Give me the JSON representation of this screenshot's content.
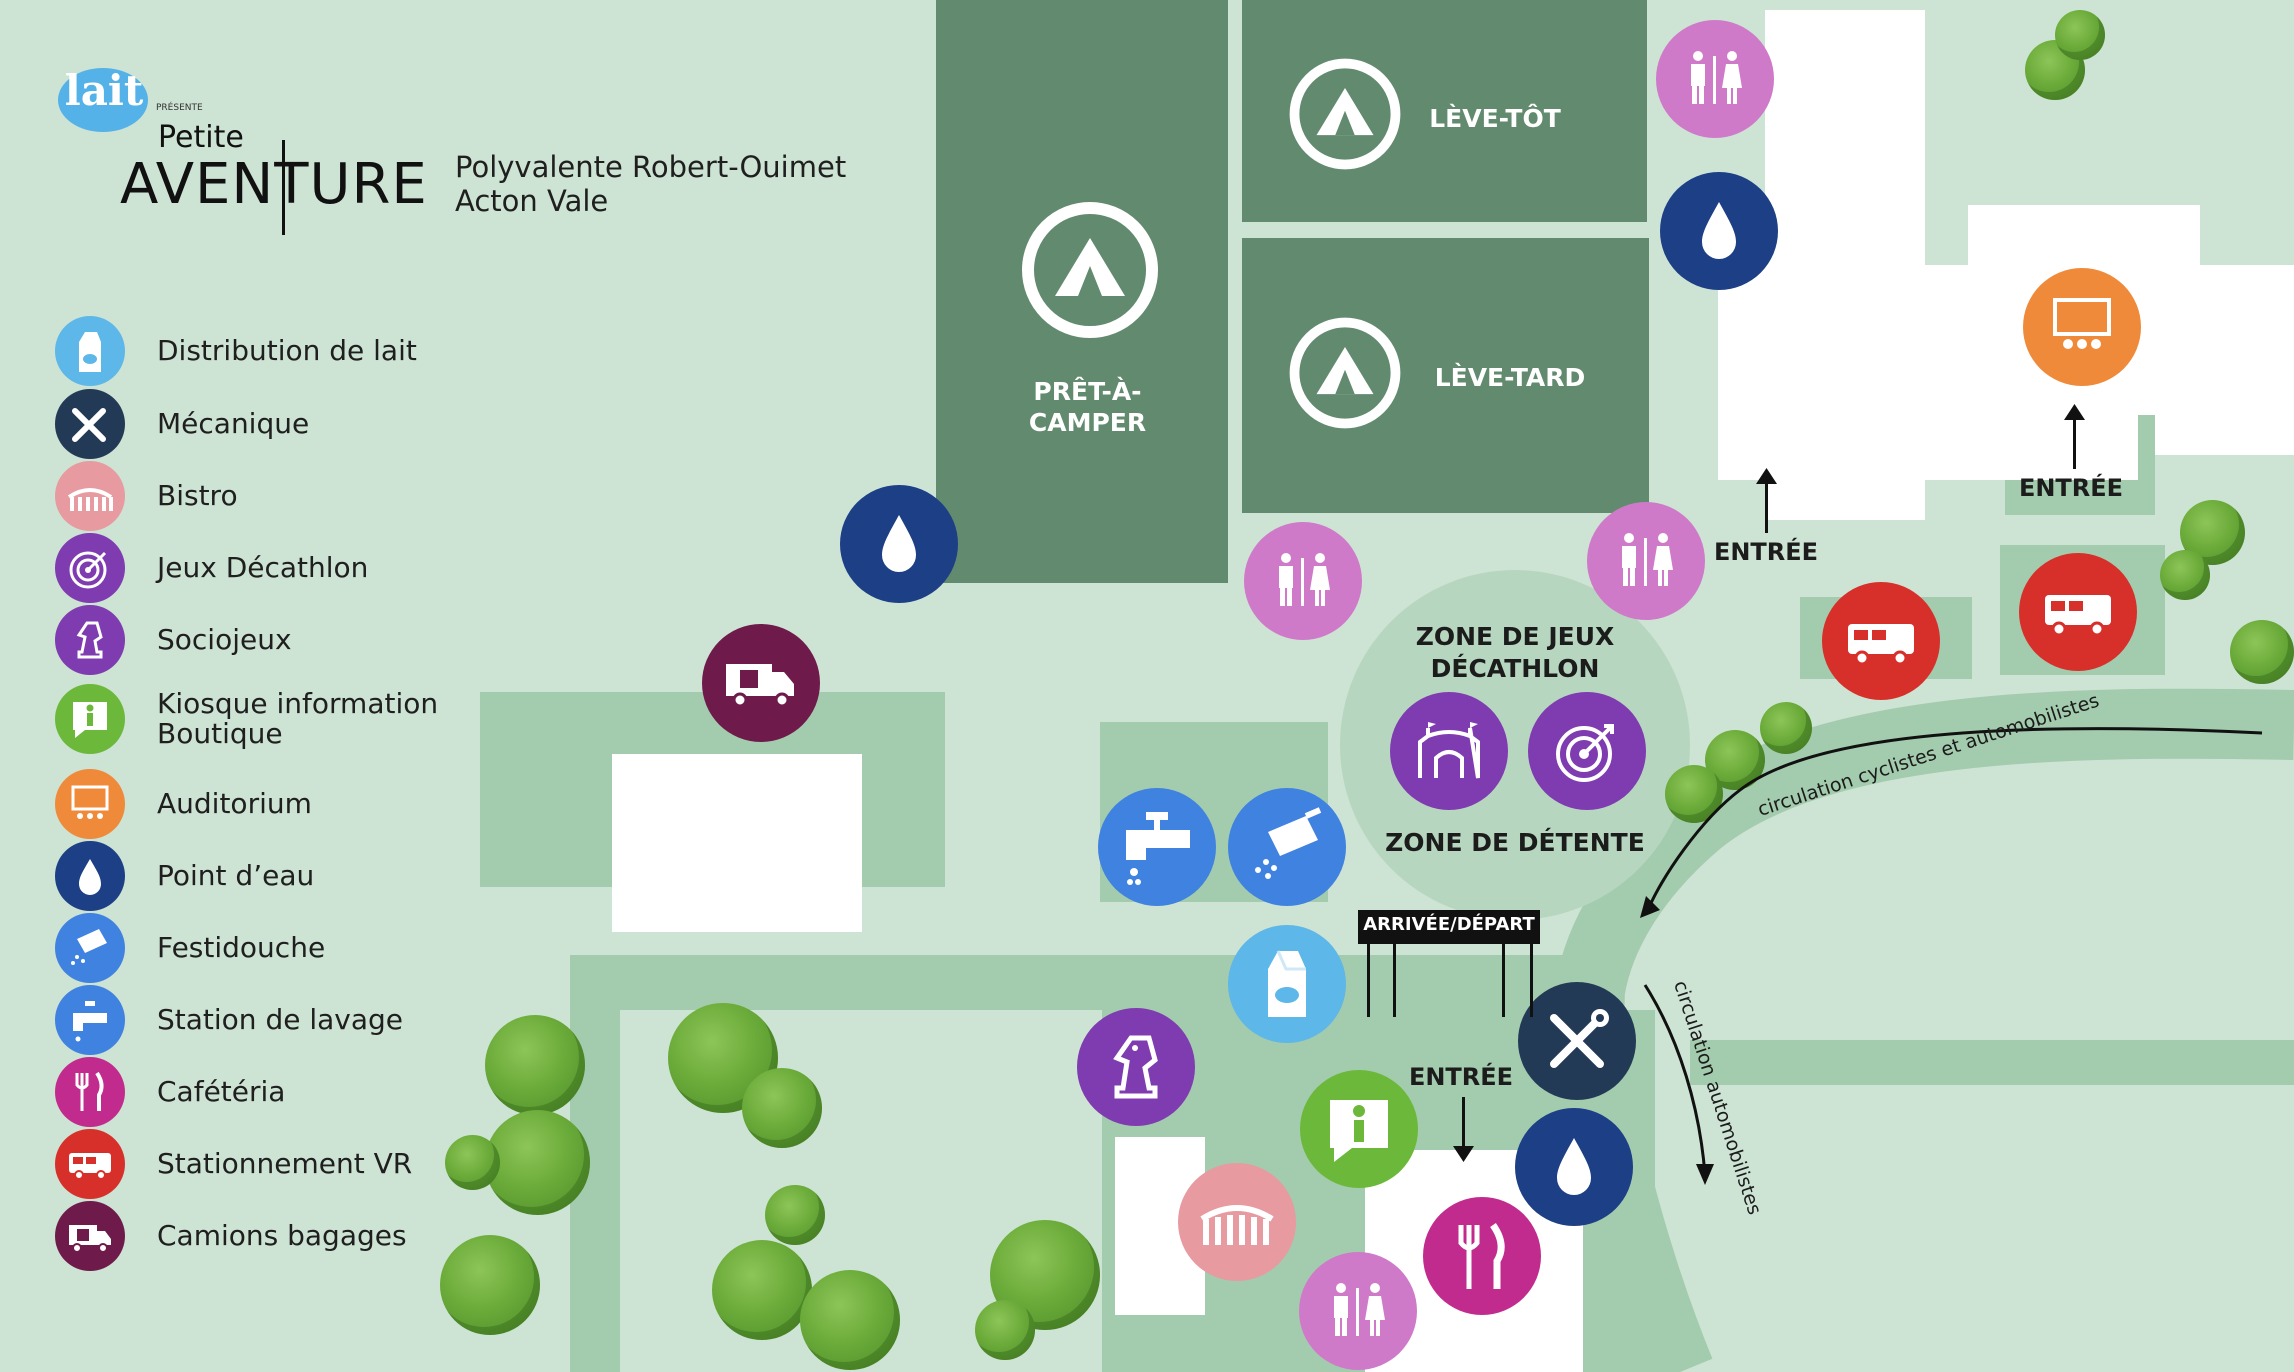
{
  "branding": {
    "lait_logo": "lait",
    "presents": "PRÉSENTE",
    "title_top": "Petite",
    "title_bottom": "AVENTURE"
  },
  "venue": {
    "line1": "Polyvalente Robert-Ouimet",
    "line2": "Acton Vale"
  },
  "legend": [
    {
      "label": "Distribution de lait",
      "icon": "milk-carton-icon",
      "color": "#5db7e8"
    },
    {
      "label": "Mécanique",
      "icon": "tools-icon",
      "color": "#233a57"
    },
    {
      "label": "Bistro",
      "icon": "bistro-arch-icon",
      "color": "#e89aa1"
    },
    {
      "label": "Jeux Décathlon",
      "icon": "target-icon",
      "color": "#7f3bb0"
    },
    {
      "label": "Sociojeux",
      "icon": "chess-knight-icon",
      "color": "#7f3bb0"
    },
    {
      "label": "Kiosque information",
      "label2": "Boutique",
      "icon": "info-icon",
      "color": "#6cb83b"
    },
    {
      "label": "Auditorium",
      "icon": "auditorium-icon",
      "color": "#ef8a3a"
    },
    {
      "label": "Point d’eau",
      "icon": "water-drop-icon",
      "color": "#1c3f86"
    },
    {
      "label": "Festidouche",
      "icon": "shower-icon",
      "color": "#3f82e0"
    },
    {
      "label": "Station de lavage",
      "icon": "faucet-icon",
      "color": "#3f82e0"
    },
    {
      "label": "Cafétéria",
      "icon": "cutlery-icon",
      "color": "#c22b8e"
    },
    {
      "label": "Stationnement VR",
      "icon": "rv-icon",
      "color": "#d7302b"
    },
    {
      "label": "Camions bagages",
      "icon": "luggage-truck-icon",
      "color": "#6e1b4b"
    }
  ],
  "zones": {
    "pret_a_camper_1": "PRÊT-À-",
    "pret_a_camper_2": "CAMPER",
    "leve_tot": "LÈVE-TÔT",
    "leve_tard": "LÈVE-TARD",
    "jeux_1": "ZONE DE JEUX",
    "jeux_2": "DÉCATHLON",
    "detente": "ZONE DE DÉTENTE"
  },
  "labels": {
    "arrivee": "ARRIVÉE/DÉPART",
    "entree_1": "ENTRÉE",
    "entree_2": "ENTRÉE",
    "entree_3": "ENTRÉE",
    "circ_cyclistes": "circulation cyclistes et automobilistes",
    "circ_auto": "circulation automobilistes"
  },
  "colors": {
    "background": "#cde3d3",
    "path": "#a3cbad",
    "camp_zone": "#628a6e",
    "building": "#ffffff",
    "restroom": "#cf7ac9",
    "water": "#1c3f86"
  }
}
